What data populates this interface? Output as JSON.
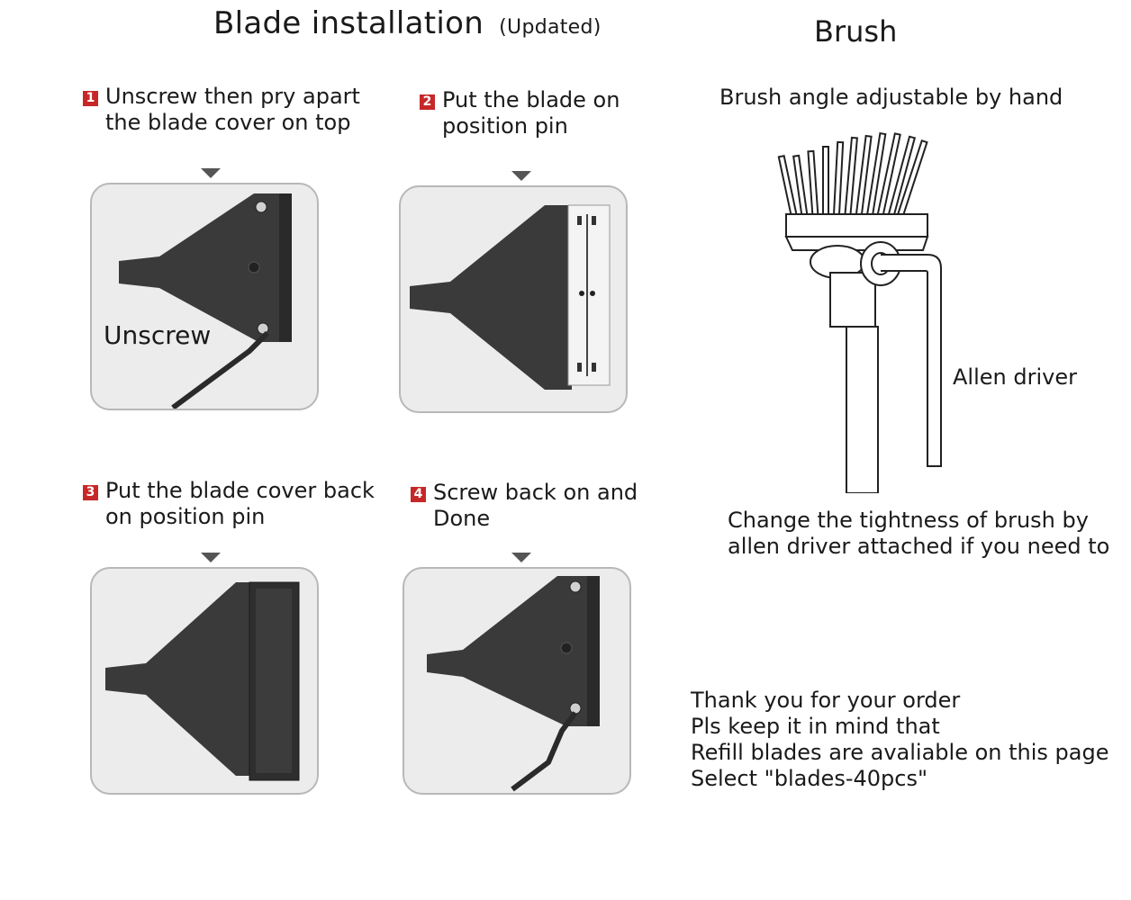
{
  "header": {
    "title": "Blade installation",
    "subtitle": "(Updated)",
    "brush_title": "Brush"
  },
  "steps": [
    {
      "number": "1",
      "line1": "Unscrew then pry apart",
      "line2": "the blade cover on top",
      "overlay": "Unscrew"
    },
    {
      "number": "2",
      "line1": "Put the blade on",
      "line2": "position pin"
    },
    {
      "number": "3",
      "line1": "Put the blade cover back",
      "line2": "on position pin"
    },
    {
      "number": "4",
      "line1": "Screw back on and",
      "line2": "Done"
    }
  ],
  "brush": {
    "caption_top": "Brush angle adjustable by hand",
    "allen_label": "Allen driver",
    "caption_bottom_1": "Change the tightness of brush by",
    "caption_bottom_2": "allen driver attached if you need to"
  },
  "note": {
    "line1": "Thank you for your order",
    "line2": "Pls keep it in mind that",
    "line3": "Refill blades are avaliable on this page",
    "line4": "Select \"blades-40pcs\""
  },
  "colors": {
    "step_badge": "#c62828",
    "scraper": "#3a3a3a",
    "panel_bg": "#ececec"
  }
}
